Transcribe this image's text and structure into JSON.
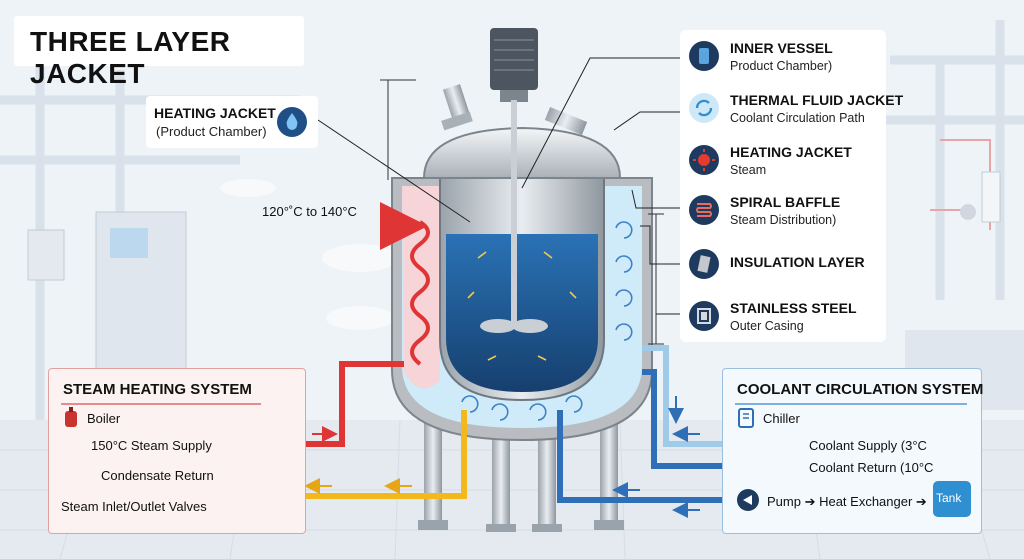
{
  "title": "THREE LAYER JACKET",
  "heating_jacket_callout": {
    "title": "HEATING JACKET",
    "subtitle": "(Product Chamber)"
  },
  "temperature_label": "120°˚C to 140°C",
  "legend": [
    {
      "title": "INNER VESSEL",
      "subtitle": "Product Chamber)",
      "icon": "vessel-icon",
      "color": "#1e3a5f"
    },
    {
      "title": "THERMAL FLUID JACKET",
      "subtitle": "Coolant Circulation Path",
      "icon": "circulation-icon",
      "color": "#cfe8f7"
    },
    {
      "title": "HEATING JACKET",
      "subtitle": "Steam",
      "icon": "heat-icon",
      "color": "#1e3a5f"
    },
    {
      "title": "SPIRAL BAFFLE",
      "subtitle": "Steam Distribution)",
      "icon": "spiral-icon",
      "color": "#1e3a5f"
    },
    {
      "title": "INSULATION LAYER",
      "subtitle": "",
      "icon": "insulation-icon",
      "color": "#1e3a5f"
    },
    {
      "title": "STAINLESS STEEL",
      "subtitle": "Outer Casing",
      "icon": "casing-icon",
      "color": "#1e3a5f"
    }
  ],
  "steam_system": {
    "title": "STEAM HEATING SYSTEM",
    "boiler": "Boiler",
    "supply": "150°C Steam Supply",
    "condensate": "Condensate Return",
    "valves": "Steam Inlet/Outlet Valves"
  },
  "coolant_system": {
    "title": "COOLANT CIRCULATION SYSTEM",
    "chiller": "Chiller",
    "supply": "Coolant Supply (3°C",
    "return": "Coolant Return (10°C",
    "pump_chain": "Pump ➔ Heat Exchanger ➔",
    "tank": "Tank"
  },
  "colors": {
    "steam": "#e03535",
    "condensate": "#f2b81c",
    "coolant_supply": "#9fcbe8",
    "coolant_return": "#2f6fb8",
    "jacket_fluid": "#cfeaf8",
    "product": "#1f5e9c",
    "insulation": "#b9bcc0"
  }
}
